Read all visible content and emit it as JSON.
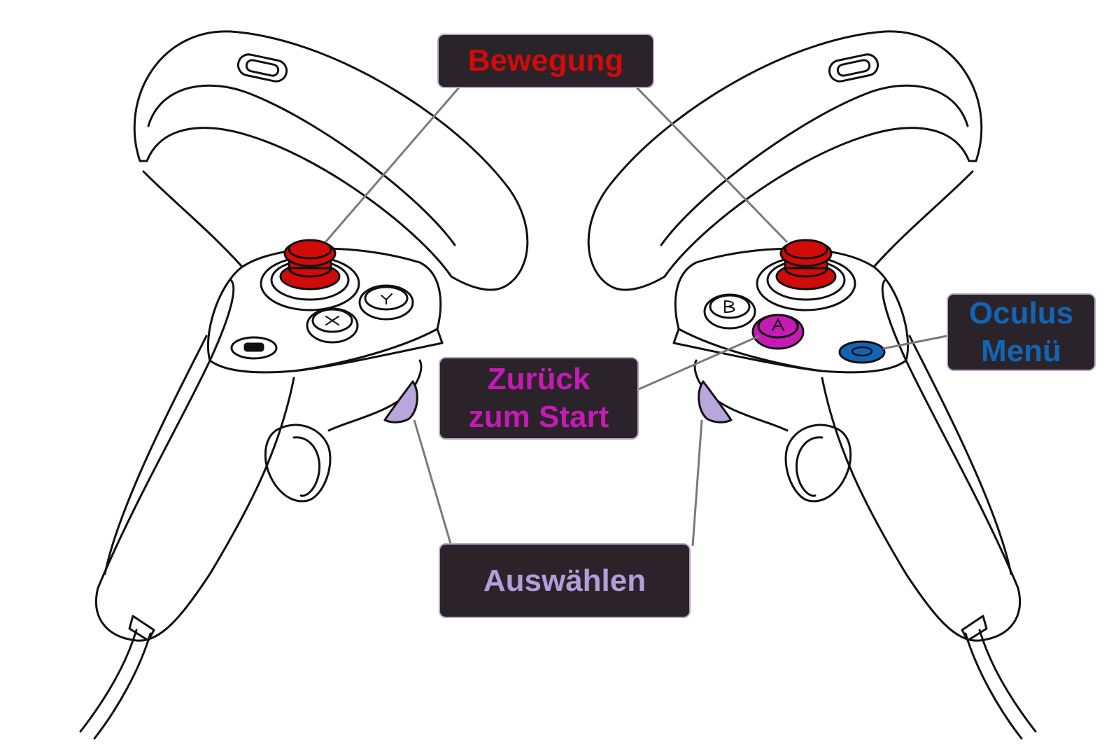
{
  "labels": {
    "movement": {
      "text": "Bewegung",
      "color": "#d10a0a"
    },
    "back_to_start": {
      "line1": "Zurück",
      "line2": "zum Start",
      "color": "#c51ab4"
    },
    "oculus_menu": {
      "line1": "Oculus",
      "line2": "Menü",
      "color": "#1464b4"
    },
    "select": {
      "text": "Auswählen",
      "color": "#b39ddb"
    }
  },
  "colors": {
    "label_background": "#2a2329",
    "leader_line": "#7a7a7a",
    "outline": "#111111",
    "thumbstick": "#d10a0a",
    "a_button": "#c51ab4",
    "menu_button": "#1464b4",
    "trigger": "#b9a6dc"
  },
  "controllers": {
    "left": {
      "buttons": [
        "Y",
        "X",
        "menu"
      ]
    },
    "right": {
      "buttons": [
        "B",
        "A",
        "oculus"
      ]
    }
  }
}
